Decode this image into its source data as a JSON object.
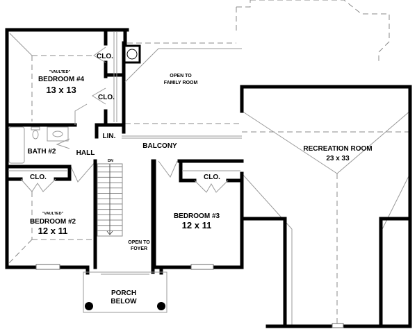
{
  "rooms": {
    "bedroom4": {
      "note": "\"VAULTED\"",
      "name": "BEDROOM #4",
      "size": "13 x 13"
    },
    "closet_bed4_upper": "CLO.",
    "closet_bed4_lower": "CLO.",
    "family_open": {
      "line1": "OPEN TO",
      "line2": "FAMILY ROOM"
    },
    "linen": "LIN.",
    "balcony": "BALCONY",
    "bath2": "BATH #2",
    "hall": "HALL",
    "stairs": "DN",
    "closet_bed2": "CLO.",
    "closet_bed3": "CLO.",
    "bedroom2": {
      "note": "\"VAULTED\"",
      "name": "BEDROOM #2",
      "size": "12 x 11"
    },
    "bedroom3": {
      "name": "BEDROOM #3",
      "size": "12 x 11"
    },
    "foyer_open": {
      "line1": "OPEN TO",
      "line2": "FOYER"
    },
    "porch": {
      "line1": "PORCH",
      "line2": "BELOW"
    },
    "recreation": {
      "name": "RECREATION ROOM",
      "size": "23 x 33"
    }
  }
}
